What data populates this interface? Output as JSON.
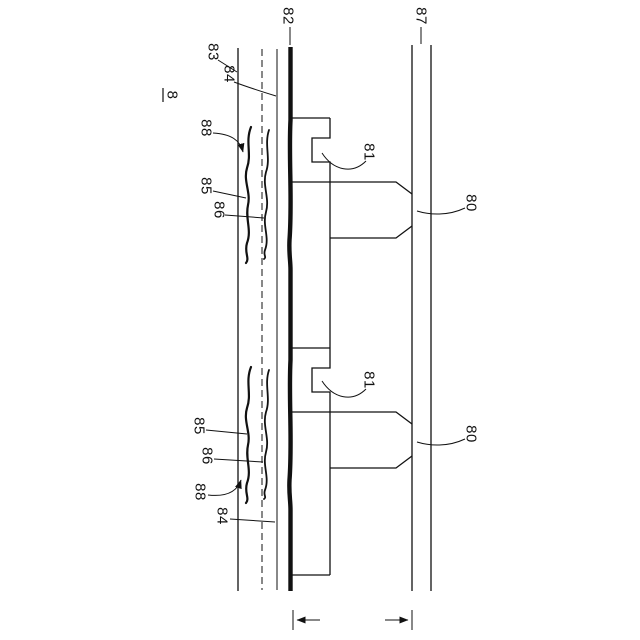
{
  "figure": {
    "number": "8",
    "labels": {
      "l82": "82",
      "l87": "87",
      "l83": "83",
      "l84_top": "84",
      "l88_top": "88",
      "l85_top": "85",
      "l86_top": "86",
      "l81_top": "81",
      "l80_top": "80",
      "l81_bottom": "81",
      "l80_bottom": "80",
      "l85_bottom": "85",
      "l86_bottom": "86",
      "l88_bottom": "88",
      "l84_bottom": "84"
    },
    "colors": {
      "line": "#111111",
      "background": "#ffffff"
    }
  }
}
